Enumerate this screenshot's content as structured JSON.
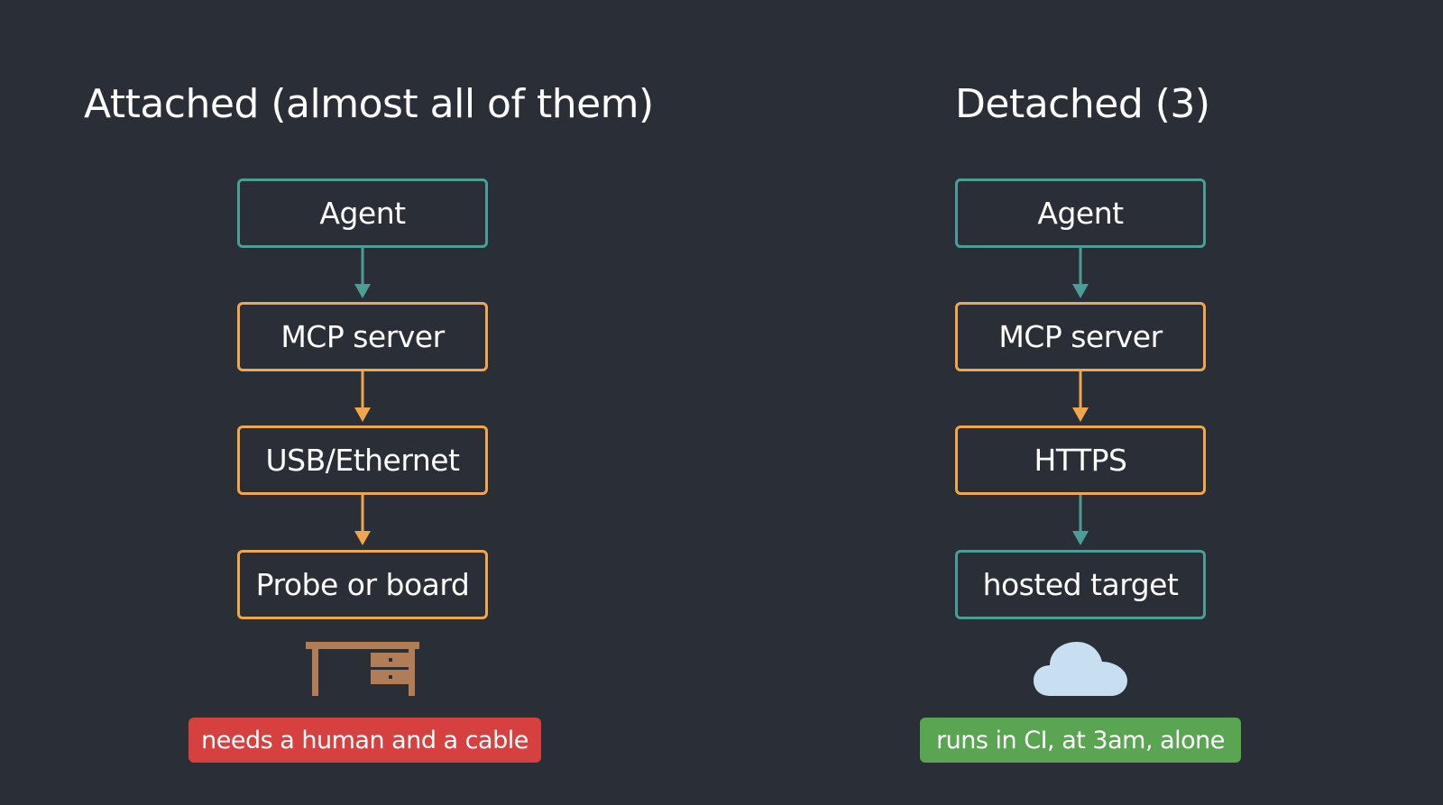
{
  "colors": {
    "background": "#2a2f37",
    "teal": "#4b9e96",
    "orange": "#f0a64b",
    "red_badge": "#d6403f",
    "green_badge": "#5aa552",
    "desk": "#b07d57",
    "cloud": "#c7dff0"
  },
  "attached": {
    "title": "Attached (almost all of them)",
    "nodes": [
      {
        "label": "Agent",
        "color": "teal"
      },
      {
        "label": "MCP server",
        "color": "orange"
      },
      {
        "label": "USB/Ethernet",
        "color": "orange"
      },
      {
        "label": "Probe or board",
        "color": "orange"
      }
    ],
    "icon": "desk-icon",
    "badge": "needs a human and a cable"
  },
  "detached": {
    "title": "Detached (3)",
    "nodes": [
      {
        "label": "Agent",
        "color": "teal"
      },
      {
        "label": "MCP server",
        "color": "orange"
      },
      {
        "label": "HTTPS",
        "color": "orange"
      },
      {
        "label": "hosted target",
        "color": "teal"
      }
    ],
    "icon": "cloud-icon",
    "badge": "runs in CI, at 3am, alone"
  }
}
